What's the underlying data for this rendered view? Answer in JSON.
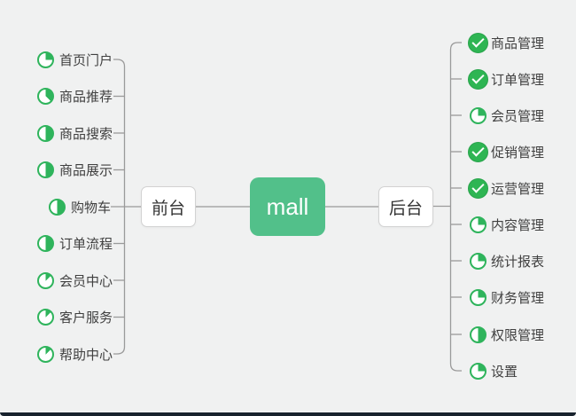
{
  "root": {
    "label": "mall"
  },
  "branches": {
    "front": {
      "label": "前台"
    },
    "back": {
      "label": "后台"
    }
  },
  "front_items": [
    {
      "label": "首页门户",
      "progress": 25
    },
    {
      "label": "商品推荐",
      "progress": 37.5
    },
    {
      "label": "商品搜索",
      "progress": 50
    },
    {
      "label": "商品展示",
      "progress": 50
    },
    {
      "label": "购物车",
      "progress": 50
    },
    {
      "label": "订单流程",
      "progress": 50
    },
    {
      "label": "会员中心",
      "progress": 12.5
    },
    {
      "label": "客户服务",
      "progress": 12.5
    },
    {
      "label": "帮助中心",
      "progress": 12.5
    }
  ],
  "back_items": [
    {
      "label": "商品管理",
      "progress": "check"
    },
    {
      "label": "订单管理",
      "progress": "check"
    },
    {
      "label": "会员管理",
      "progress": 25
    },
    {
      "label": "促销管理",
      "progress": "check"
    },
    {
      "label": "运营管理",
      "progress": "check"
    },
    {
      "label": "内容管理",
      "progress": 25
    },
    {
      "label": "统计报表",
      "progress": 25
    },
    {
      "label": "财务管理",
      "progress": 25
    },
    {
      "label": "权限管理",
      "progress": 50
    },
    {
      "label": "设置",
      "progress": 25
    }
  ],
  "colors": {
    "green-main": "#52c08a",
    "green-icon": "#2fb45c",
    "green-check": "#2eb553",
    "line": "#9a9a9a",
    "bg": "#f0f1f1",
    "text": "#404040"
  }
}
